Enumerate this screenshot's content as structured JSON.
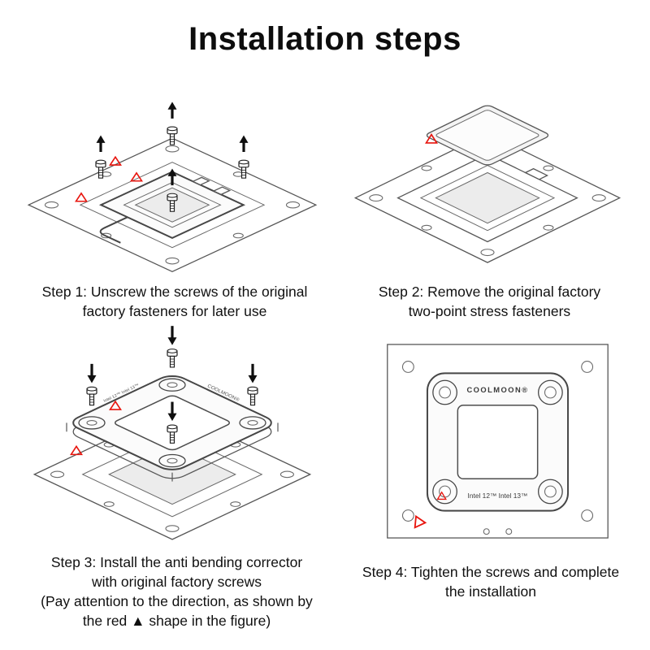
{
  "page": {
    "title": "Installation steps"
  },
  "colors": {
    "accent_red": "#e8150e",
    "line": "#565656",
    "ink": "#101010",
    "background": "#ffffff"
  },
  "steps": [
    {
      "caption_lines": [
        "Step 1: Unscrew the screws of the original",
        "factory fasteners for later use"
      ]
    },
    {
      "caption_lines": [
        "Step 2: Remove the original factory",
        "two-point stress fasteners"
      ]
    },
    {
      "caption_lines": [
        "Step 3: Install the anti bending corrector",
        "with original factory screws",
        "(Pay attention to the direction, as shown by",
        "the red ▲ shape in the figure)"
      ]
    },
    {
      "caption_lines": [
        "Step 4: Tighten the screws and complete",
        "the installation"
      ]
    }
  ],
  "figures": {
    "corrector_labels": {
      "brand": "COOLMOON®",
      "socket_support": "Intel 12™ Intel 13™"
    }
  }
}
